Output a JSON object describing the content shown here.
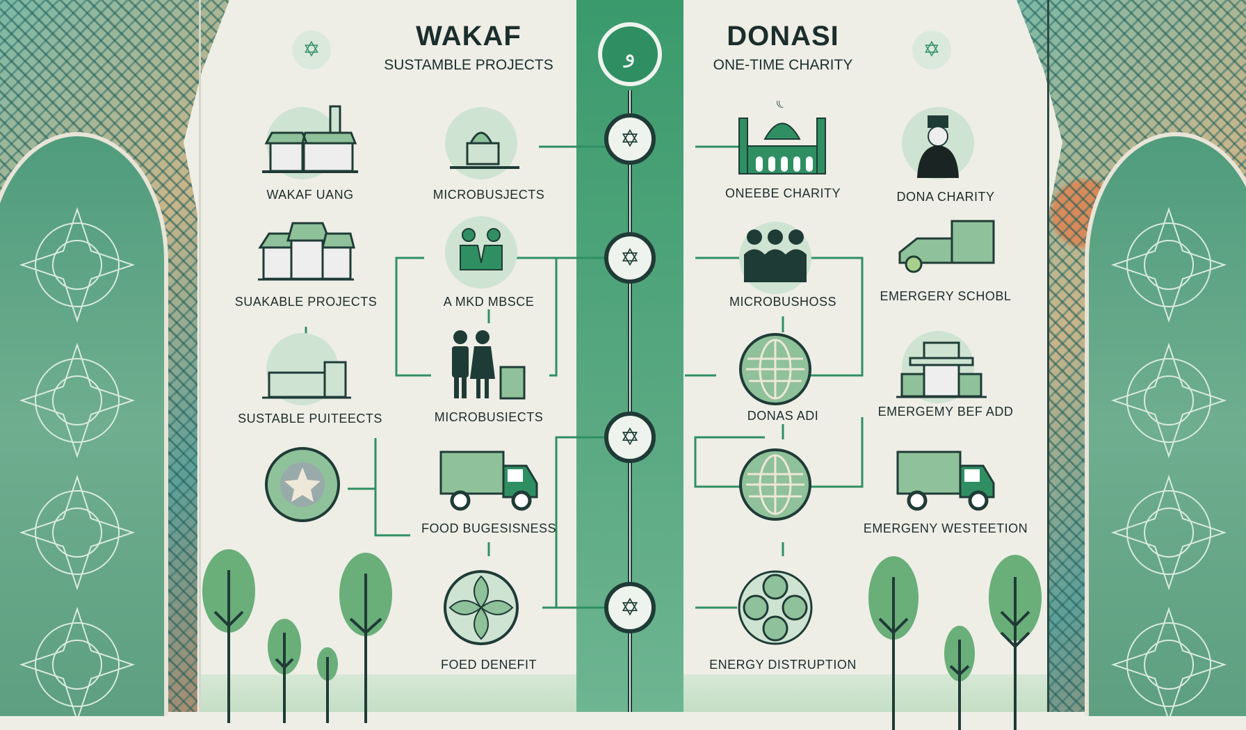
{
  "wakaf": {
    "title": "WAKAF",
    "subtitle": "SUSTAMBLE PROJECTS"
  },
  "donasi": {
    "title": "DONASI",
    "subtitle": "ONE-TIME CHARITY"
  },
  "colors": {
    "primary": "#2f8f63",
    "dark": "#1f3b36",
    "light": "#cfe3d3",
    "background": "#eeeee6"
  },
  "items": [
    {
      "label": "WAKAF UANG",
      "icon": "factory-icon"
    },
    {
      "label": "MICROBUSJECTS",
      "icon": "mosque-market-icon"
    },
    {
      "label": "SUAKABLE PROJECTS",
      "icon": "houses-icon"
    },
    {
      "label": "A MKD MBSCE",
      "icon": "handshake-icon"
    },
    {
      "label": "SUSTABLE PUITEECTS",
      "icon": "building-icon"
    },
    {
      "label": "MICROBUSIECTS",
      "icon": "family-bag-icon"
    },
    {
      "label": "",
      "icon": "star-badge-icon"
    },
    {
      "label": "FOOD BUGESISNESS",
      "icon": "truck-icon"
    },
    {
      "label": "FOED DENEFIT",
      "icon": "leaf-icon"
    },
    {
      "label": "ONEEBE CHARITY",
      "icon": "mosque-icon"
    },
    {
      "label": "DONA CHARITY",
      "icon": "person-icon"
    },
    {
      "label": "MICROBUSHOSS",
      "icon": "people-icon"
    },
    {
      "label": "EMERGERY SCHOBL",
      "icon": "van-icon"
    },
    {
      "label": "DONAS ADI",
      "icon": "globe-icon"
    },
    {
      "label": "EMERGEMY BEF ADD",
      "icon": "gate-building-icon"
    },
    {
      "label": "",
      "icon": "globe-icon"
    },
    {
      "label": "EMERGENY WESTEETION",
      "icon": "truck-icon"
    },
    {
      "label": "ENERGY DISTRUPTION",
      "icon": "cluster-icon"
    }
  ]
}
